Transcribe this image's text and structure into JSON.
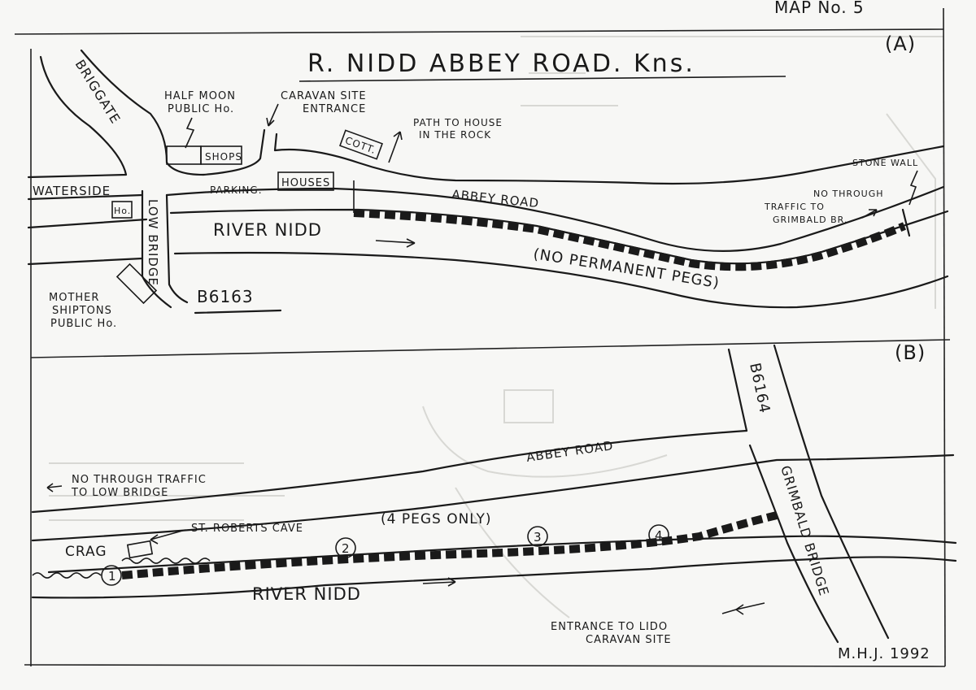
{
  "header": {
    "map_number": "MAP No. 5",
    "title": "R. NIDD ABBEY ROAD. Kns.",
    "signature": "M.H.J. 1992"
  },
  "panel_a": {
    "label": "(A)",
    "labels": {
      "briggate": "BRIGGATE",
      "half_moon_1": "HALF MOON",
      "half_moon_2": "PUBLIC Ho.",
      "caravan_1": "CARAVAN SITE",
      "caravan_2": "ENTRANCE",
      "path_1": "PATH TO HOUSE",
      "path_2": "IN THE ROCK",
      "cott": "COTT.",
      "shops": "SHOPS",
      "parking": "PARKING.",
      "houses": "HOUSES",
      "waterside": "WATERSIDE",
      "ho": "Ho.",
      "low_bridge": "LOW BRIDGE",
      "abbey_road": "ABBEY ROAD",
      "river": "RIVER NIDD",
      "no_perm": "(NO PERMANENT PEGS)",
      "stone_wall": "STONE WALL",
      "no_through_1": "NO THROUGH",
      "no_through_2": "TRAFFIC TO",
      "no_through_3": "GRIMBALD BR.",
      "mother_1": "MOTHER",
      "mother_2": "SHIPTONS",
      "mother_3": "PUBLIC Ho.",
      "b6163": "B6163"
    }
  },
  "panel_b": {
    "label": "(B)",
    "labels": {
      "b6164": "B6164",
      "abbey_road": "ABBEY ROAD",
      "no_through_1": "NO THROUGH TRAFFIC",
      "no_through_2": "TO LOW BRIDGE",
      "st_roberts": "ST. ROBERTS CAVE",
      "four_pegs": "(4 PEGS ONLY)",
      "crag": "CRAG",
      "river": "RIVER NIDD",
      "grimbald": "GRIMBALD BRIDGE",
      "entrance_1": "ENTRANCE TO LIDO",
      "entrance_2": "CARAVAN SITE"
    },
    "pegs": [
      "1",
      "2",
      "3",
      "4"
    ]
  },
  "colors": {
    "ink": "#1a1a1a",
    "paper": "#f7f7f5",
    "bleed": "#d8d8d4"
  },
  "icons": [
    "arrow-icon",
    "lightning-arrow-icon",
    "peg-marker-icon"
  ]
}
